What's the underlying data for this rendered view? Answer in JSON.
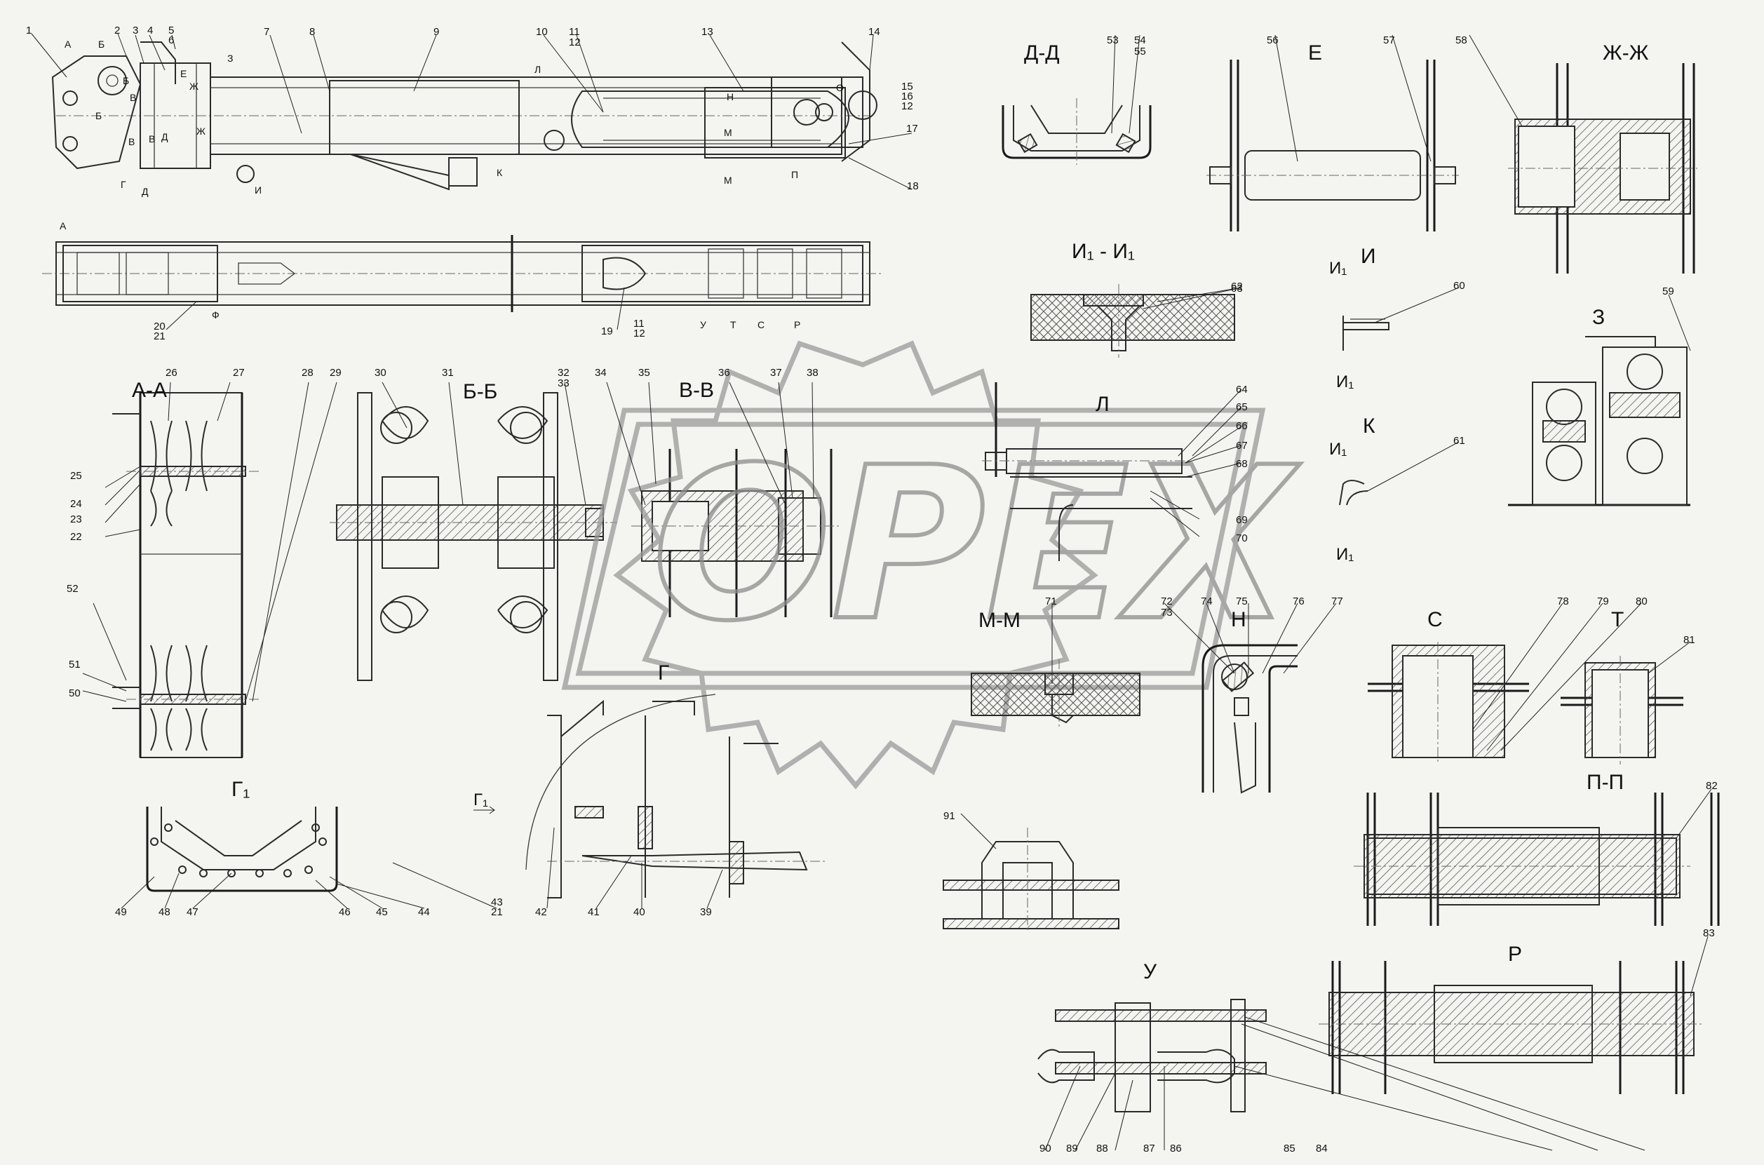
{
  "drawing": {
    "watermark": "OPEX",
    "view_labels": {
      "dd": "Д-Д",
      "e": "Е",
      "zhzh": "Ж-Ж",
      "i1i1": "И₁ - И₁",
      "i": "И",
      "i1": "И₁",
      "z": "З",
      "k": "К",
      "aa": "А-А",
      "bb": "Б-Б",
      "vv": "В-В",
      "l": "Л",
      "mm": "М-М",
      "n": "Н",
      "s": "С",
      "t": "Т",
      "g": "Г",
      "g1": "Г₁",
      "pp": "П-П",
      "r": "Р",
      "u": "У"
    },
    "section_marks": [
      "А",
      "А",
      "Б",
      "Б",
      "Б",
      "В",
      "В",
      "В",
      "Г",
      "Д",
      "Д",
      "Е",
      "Ж",
      "Ж",
      "З",
      "И",
      "К",
      "Л",
      "М",
      "М",
      "Н",
      "О",
      "П",
      "Ф",
      "У",
      "Т",
      "С",
      "Р"
    ],
    "parts": [
      "1",
      "2",
      "3",
      "4",
      "5",
      "6",
      "7",
      "8",
      "9",
      "10",
      "11",
      "12",
      "13",
      "14",
      "15",
      "16",
      "12",
      "17",
      "18",
      "19",
      "11",
      "12",
      "20",
      "21",
      "22",
      "23",
      "24",
      "25",
      "26",
      "27",
      "28",
      "29",
      "30",
      "31",
      "32",
      "33",
      "34",
      "35",
      "36",
      "37",
      "38",
      "39",
      "40",
      "41",
      "42",
      "43",
      "21",
      "44",
      "45",
      "46",
      "47",
      "48",
      "49",
      "50",
      "51",
      "52",
      "53",
      "54",
      "55",
      "56",
      "57",
      "58",
      "59",
      "60",
      "61",
      "62",
      "63",
      "64",
      "65",
      "66",
      "67",
      "68",
      "69",
      "70",
      "71",
      "72",
      "73",
      "74",
      "75",
      "76",
      "77",
      "78",
      "79",
      "80",
      "81",
      "82",
      "83",
      "84",
      "85",
      "86",
      "87",
      "88",
      "89",
      "90",
      "91"
    ]
  }
}
